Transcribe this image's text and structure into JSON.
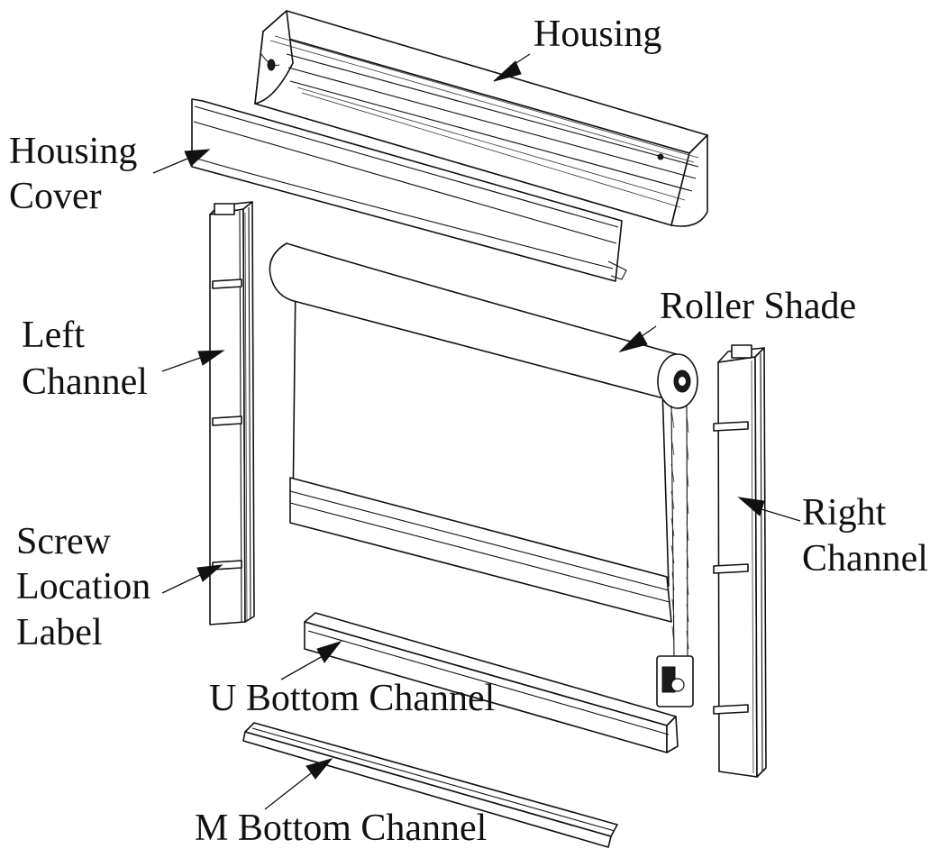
{
  "labels": {
    "housing": "Housing",
    "housing_cover": [
      "Housing",
      "Cover"
    ],
    "roller_shade": "Roller Shade",
    "left_channel": [
      "Left",
      "Channel"
    ],
    "right_channel": [
      "Right",
      "Channel"
    ],
    "screw_location_label": [
      "Screw",
      "Location",
      "Label"
    ],
    "u_bottom_channel": "U Bottom Channel",
    "m_bottom_channel": "M Bottom Channel"
  }
}
